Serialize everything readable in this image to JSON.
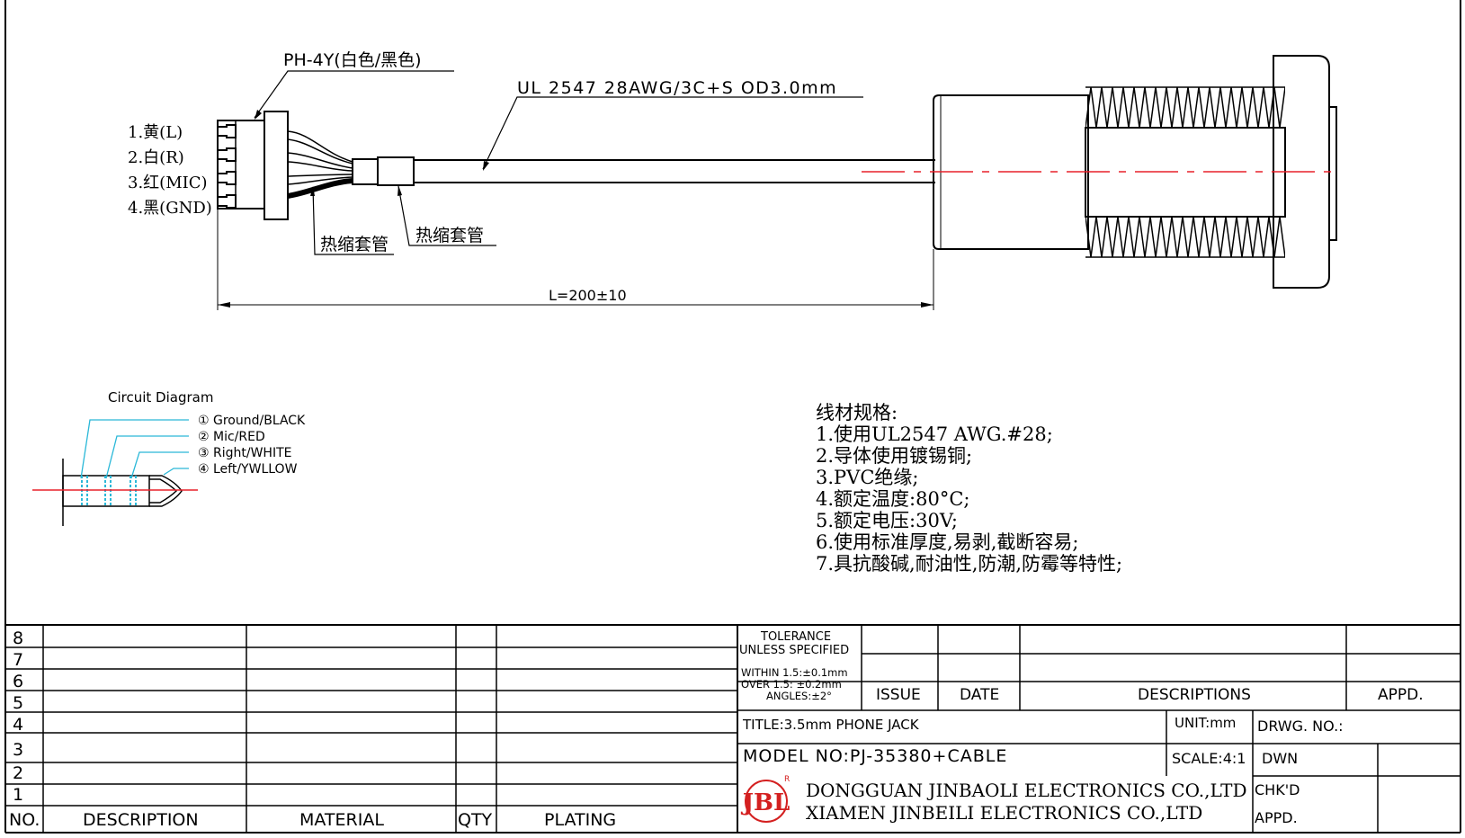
{
  "top_drawing": {
    "connector_label": "PH-4Y(白色/黑色)",
    "cable_label": "UL 2547 28AWG/3C+S OD3.0mm",
    "pins": [
      "1.黄(L)",
      "2.白(R)",
      "3.红(MIC)",
      "4.黑(GND)"
    ],
    "heat_shrink_1": "热缩套管",
    "heat_shrink_2": "热缩套管",
    "length": "L=200±10"
  },
  "circuit": {
    "title": "Circuit Diagram",
    "items": [
      "① Ground/BLACK",
      "② Mic/RED",
      "③ Right/WHITE",
      "④ Left/YWLLOW"
    ]
  },
  "specs": {
    "heading": "线材规格:",
    "lines": [
      "1.使用UL2547 AWG.#28;",
      "2.导体使用镀锡铜;",
      "3.PVC绝缘;",
      "4.额定温度:80°C;",
      "5.额定电压:30V;",
      "6.使用标准厚度,易剥,截断容易;",
      "7.具抗酸碱,耐油性,防潮,防霉等特性;"
    ]
  },
  "bom": {
    "row_numbers": [
      "8",
      "7",
      "6",
      "5",
      "4",
      "3",
      "2",
      "1"
    ],
    "headers": {
      "no": "NO.",
      "description": "DESCRIPTION",
      "material": "MATERIAL",
      "qty": "QTY",
      "plating": "PLATING"
    }
  },
  "title_block": {
    "tolerance": [
      "TOLERANCE",
      "UNLESS SPECIFIED",
      "WITHIN 1.5:±0.1mm",
      "OVER 1.5: ±0.2mm",
      "ANGLES:±2°"
    ],
    "issue": "ISSUE",
    "date": "DATE",
    "descriptions": "DESCRIPTIONS",
    "appd_header": "APPD.",
    "title": "TITLE:3.5mm PHONE JACK",
    "unit": "UNIT:mm",
    "drwg_no": "DRWG. NO.:",
    "model": "MODEL NO:PJ-35380+CABLE",
    "scale": "SCALE:4:1",
    "dwn": "DWN",
    "chkd": "CHK'D",
    "appd": "APPD.",
    "company_1": "DONGGUAN JINBAOLI ELECTRONICS CO.,LTD",
    "company_2": "XIAMEN JINBEILI ELECTRONICS CO.,LTD",
    "logo_letters": "JBL",
    "logo_mark": "R"
  },
  "colors": {
    "centerline": "#e8202a",
    "circuit_leader": "#2ab8d8",
    "logo": "#d42020"
  }
}
